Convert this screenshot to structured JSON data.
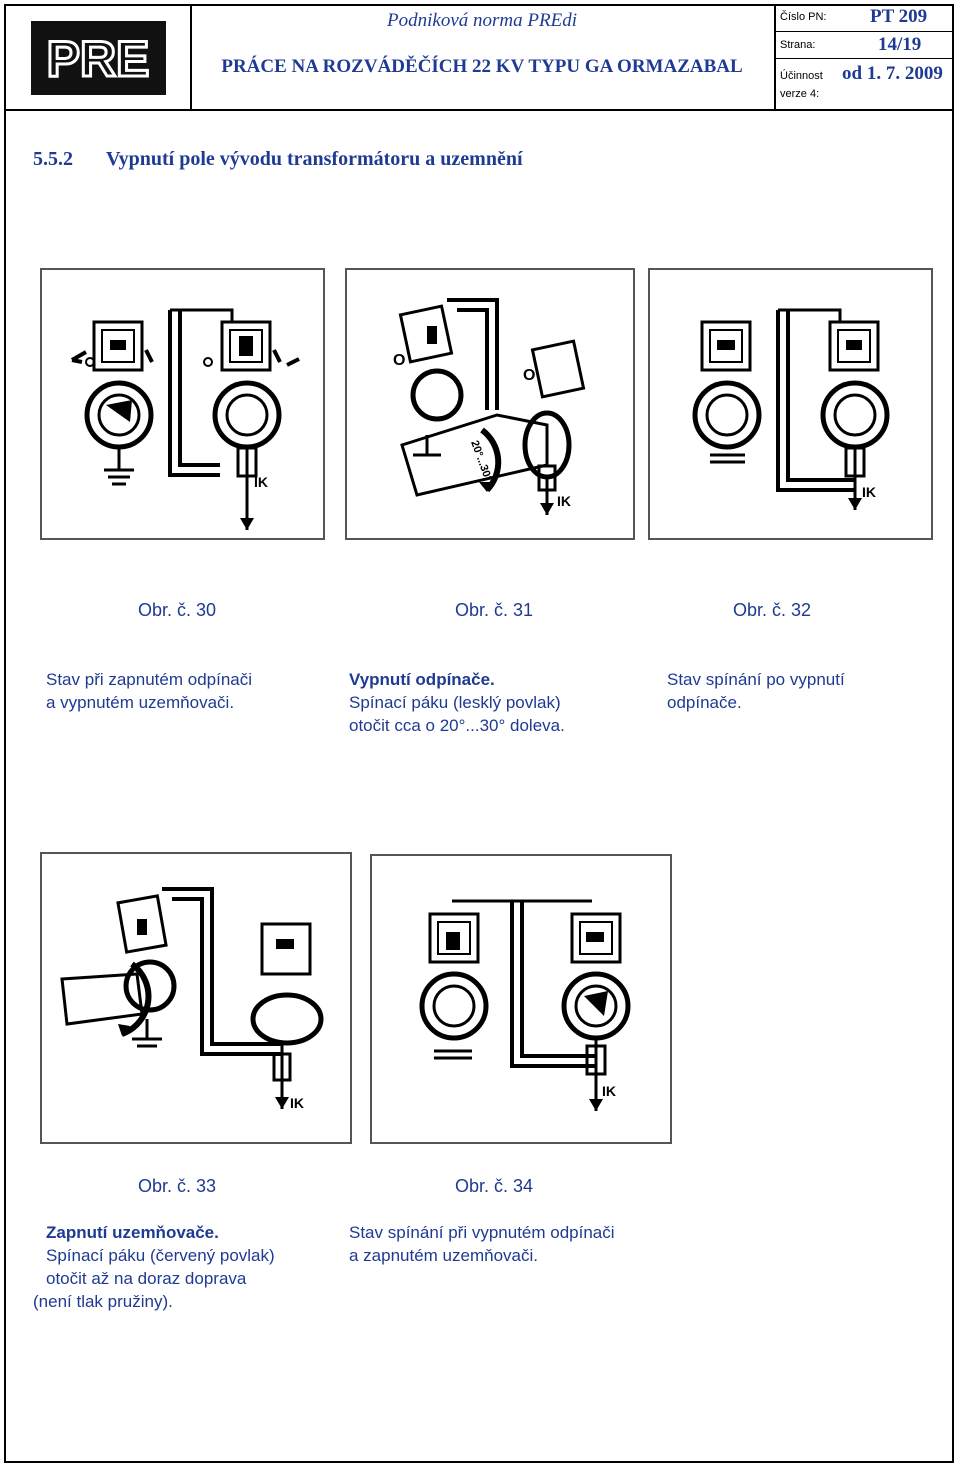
{
  "header": {
    "logo_text": "PRE",
    "norm": "Podniková norma PREdi",
    "title": "PRÁCE NA ROZVÁDĚČÍCH 22 KV TYPU GA ORMAZABAL",
    "cislo_label": "Číslo PN:",
    "cislo_value": "PT 209",
    "strana_label": "Strana:",
    "strana_value": "14/19",
    "ucinnost_label": "Účinnost",
    "ucinnost_value": "od 1. 7. 2009",
    "verze_label": "verze 4:"
  },
  "section": {
    "number": "5.5.2",
    "title": "Vypnutí pole vývodu transformátoru a uzemnění"
  },
  "figures": [
    {
      "caption": "Obr. č. 30",
      "lines": [
        "Stav při zapnutém odpínači",
        "a vypnutém uzemňovači."
      ]
    },
    {
      "caption": "Obr. č. 31",
      "bold": "Vypnutí odpínače.",
      "lines": [
        "Spínací páku (lesklý povlak)",
        "otočit cca o 20°...30° doleva."
      ],
      "angle_label": "20°...30°"
    },
    {
      "caption": "Obr. č. 32",
      "lines": [
        "Stav spínání po vypnutí",
        "odpínače."
      ]
    },
    {
      "caption": "Obr. č. 33",
      "bold": "Zapnutí uzemňovače.",
      "lines": [
        "Spínací páku (červený povlak)",
        "otočit až na doraz doprava",
        "(není tlak pružiny)."
      ]
    },
    {
      "caption": "Obr. č. 34",
      "lines": [
        "Stav spínání při vypnutém odpínači",
        "a zapnutém uzemňovači."
      ]
    }
  ],
  "diagram_symbols": {
    "off": "O",
    "on": "I",
    "cable": "IK"
  }
}
